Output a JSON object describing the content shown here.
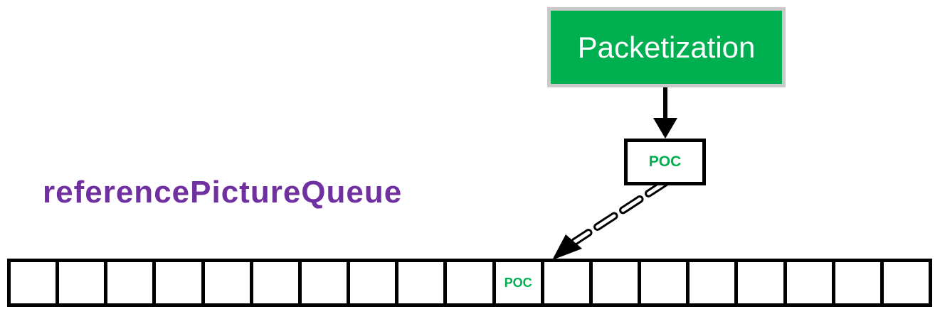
{
  "packetization": {
    "label": "Packetization",
    "fill_color": "#00b050",
    "border_color": "#c9c9c9"
  },
  "poc_box": {
    "label": "POC",
    "text_color": "#00b050"
  },
  "queue": {
    "label": "referencePictureQueue",
    "label_color": "#7030a0",
    "cells": [
      "",
      "",
      "",
      "",
      "",
      "",
      "",
      "",
      "",
      "",
      "POC",
      "",
      "",
      "",
      "",
      "",
      "",
      "",
      ""
    ]
  },
  "arrows": {
    "solid": {
      "from": "packetization",
      "to": "poc_box",
      "style": "solid"
    },
    "dashed": {
      "from": "poc_box",
      "to": "queue_cell_11",
      "style": "dashed"
    }
  }
}
